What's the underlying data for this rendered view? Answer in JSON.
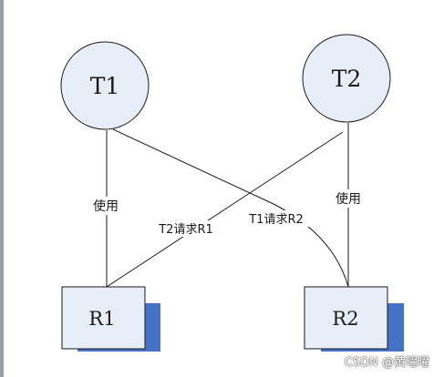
{
  "nodes": {
    "t1": {
      "label": "T1"
    },
    "t2": {
      "label": "T2"
    },
    "r1": {
      "label": "R1"
    },
    "r2": {
      "label": "R2"
    }
  },
  "edges": {
    "t1_r1": {
      "label": "使用"
    },
    "t2_r2": {
      "label": "使用"
    },
    "t2_r1": {
      "label": "T2请求R1"
    },
    "t1_r2": {
      "label": "T1请求R2"
    }
  },
  "watermark": {
    "text": "CSDN @黄曜曜"
  },
  "colors": {
    "circle_fill": "#e8eef8",
    "box_fill": "#e8eef8",
    "shadow": "#4472c4",
    "stroke": "#1a1a1a"
  }
}
